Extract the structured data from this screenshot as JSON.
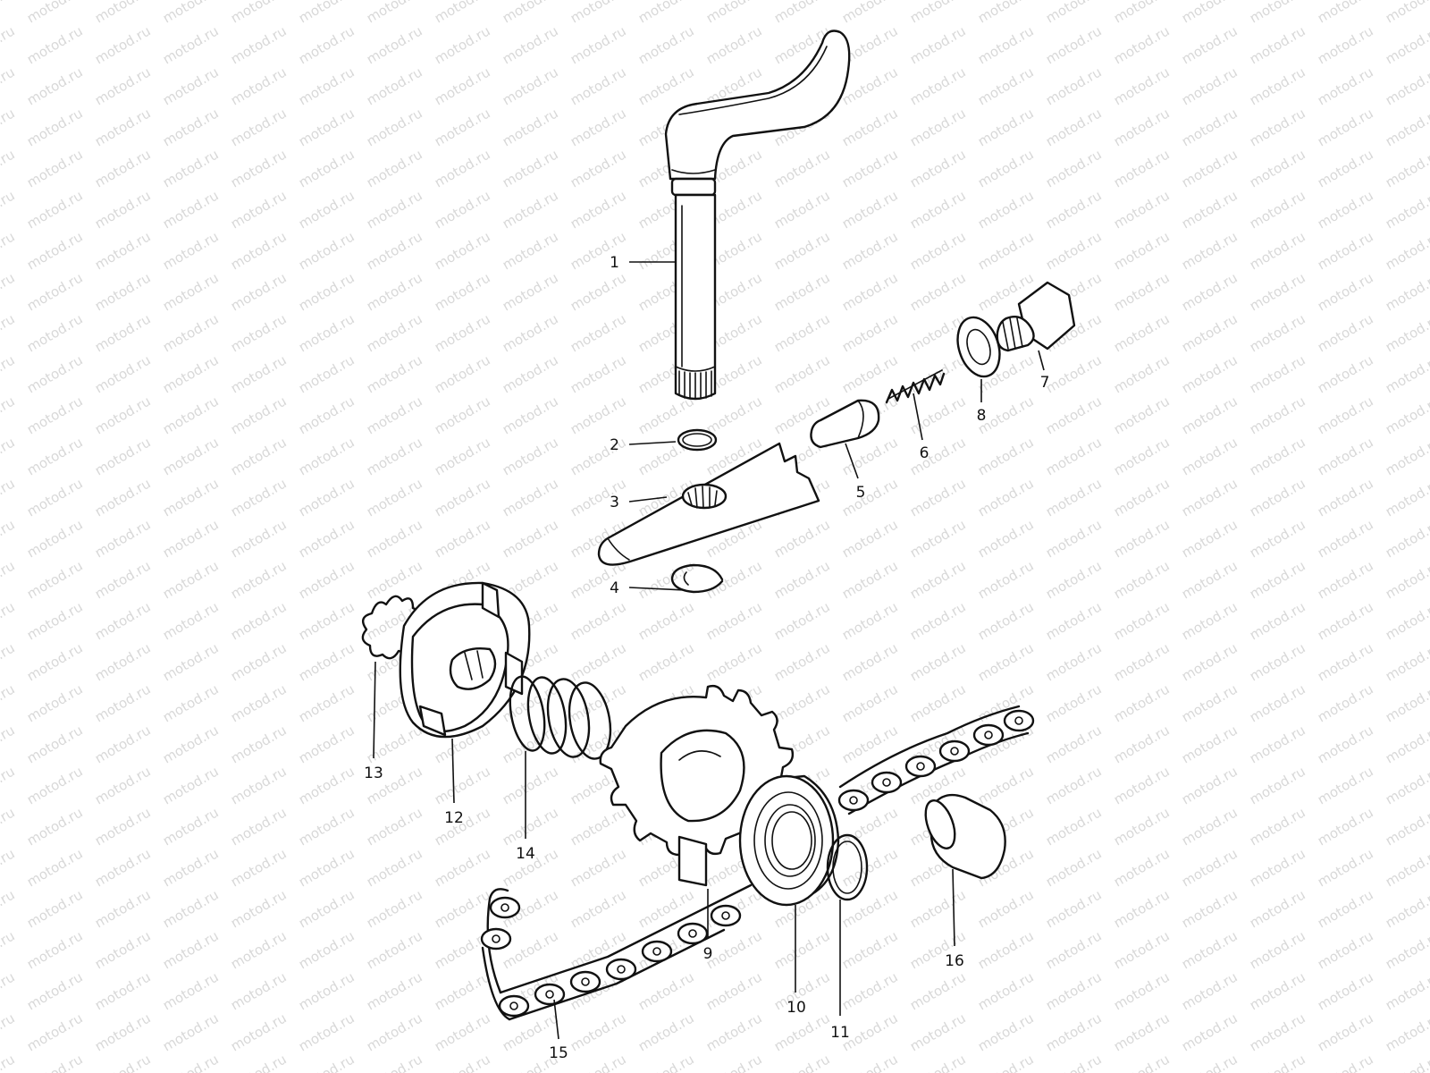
{
  "watermark": {
    "text": "motod.ru"
  },
  "diagram": {
    "parts": [
      {
        "id": "shaft",
        "number": "1"
      },
      {
        "id": "o-ring",
        "number": "2"
      },
      {
        "id": "kick-lever",
        "number": "3"
      },
      {
        "id": "e-clip",
        "number": "4"
      },
      {
        "id": "plunger",
        "number": "5"
      },
      {
        "id": "spring-small",
        "number": "6"
      },
      {
        "id": "bolt",
        "number": "7"
      },
      {
        "id": "washer",
        "number": "8"
      },
      {
        "id": "sprocket",
        "number": "9"
      },
      {
        "id": "bearing",
        "number": "10"
      },
      {
        "id": "circlip",
        "number": "11"
      },
      {
        "id": "ratchet",
        "number": "12"
      },
      {
        "id": "spring-clip",
        "number": "13"
      },
      {
        "id": "spring-coil",
        "number": "14"
      },
      {
        "id": "chain",
        "number": "15"
      },
      {
        "id": "bushing",
        "number": "16"
      }
    ]
  }
}
